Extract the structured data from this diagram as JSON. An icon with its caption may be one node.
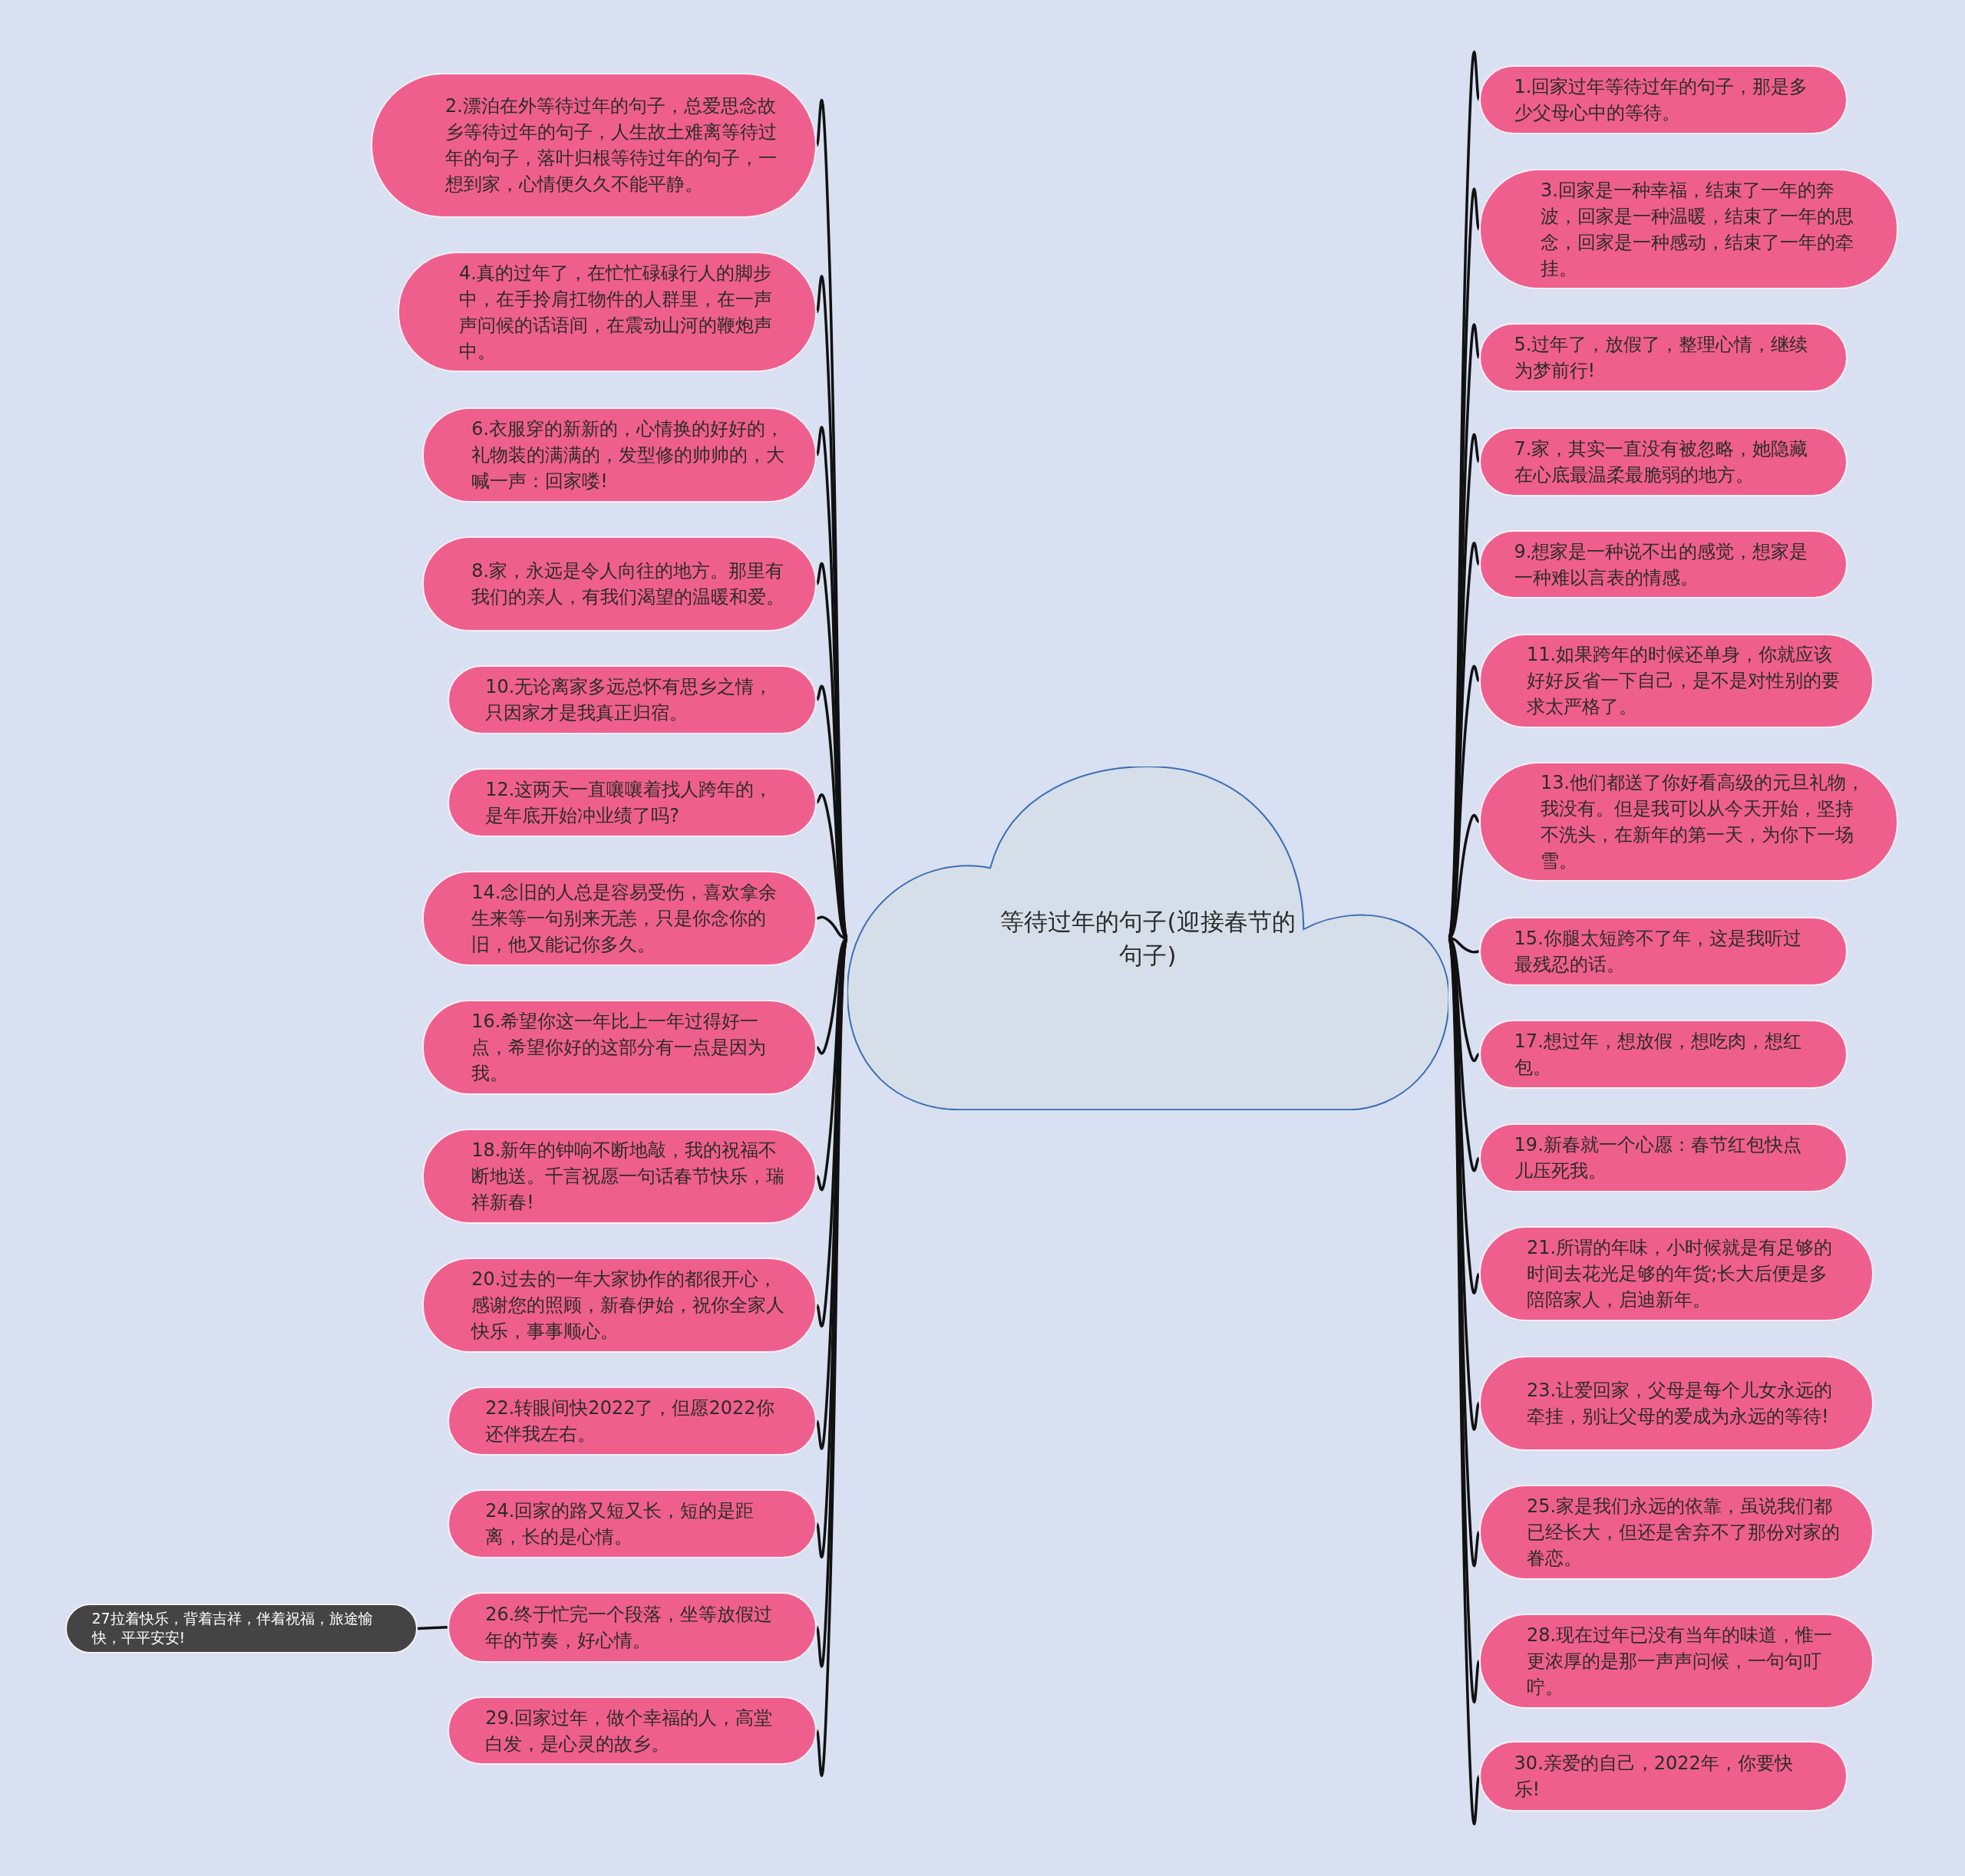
{
  "diagram": {
    "nodes": [
      {
        "text": [
          "等待过年的句子(迎接春节的句子)"
        ]
      },
      {
        "text": [
          "1.回家过年等待过年的句子，那是多少父母心中的等待。"
        ]
      },
      {
        "text": [
          "2.漂泊在外等待过年的句子，总爱思念故乡等待过年的句子，人生故土难离等待过年的句子，落叶归根等待过年的句子，一想到家，心情便久久不能平静。"
        ]
      },
      {
        "text": [
          "3.回家是一种幸福，结束了一年的奔波，回家是一种温暖，结束了一年的思念，回家是一种感动，结束了一年的牵挂。"
        ]
      },
      {
        "text": [
          "4.真的过年了，在忙忙碌碌行人的脚步中，在手拎肩扛物件的人群里，在一声声问候的话语间，在震动山河的鞭炮声中。"
        ]
      },
      {
        "text": [
          "5.过年了，放假了，整理心情，继续为梦前行!"
        ]
      },
      {
        "text": [
          "6.衣服穿的新新的，心情换的好好的，礼物装的满满的，发型修的帅帅的，大喊一声：回家喽!"
        ]
      },
      {
        "text": [
          "7.家，其实一直没有被忽略，她隐藏在心底最温柔最脆弱的地方。"
        ]
      },
      {
        "text": [
          "8.家，永远是令人向往的地方。那里有我们的亲人，有我们渴望的温暖和爱。"
        ]
      },
      {
        "text": [
          "9.想家是一种说不出的感觉，想家是一种难以言表的情感。"
        ]
      },
      {
        "text": [
          "10.无论离家多远总怀有思乡之情，只因家才是我真正归宿。"
        ]
      },
      {
        "text": [
          "11.如果跨年的时候还单身，你就应该好好反省一下自己，是不是对性别的要求太严格了。"
        ]
      },
      {
        "text": [
          "12.这两天一直嚷嚷着找人跨年的，是年底开始冲业绩了吗?"
        ]
      },
      {
        "text": [
          "13.他们都送了你好看高级的元旦礼物，我没有。但是我可以从今天开始，坚持不洗头，在新年的第一天，为你下一场雪。"
        ]
      },
      {
        "text": [
          "14.念旧的人总是容易受伤，喜欢拿余生来等一句别来无恙，只是你念你的旧，他又能记你多久。"
        ]
      },
      {
        "text": [
          "15.你腿太短跨不了年，这是我听过最残忍的话。"
        ]
      },
      {
        "text": [
          "16.希望你这一年比上一年过得好一点，希望你好的这部分有一点是因为我。"
        ]
      },
      {
        "text": [
          "17.想过年，想放假，想吃肉，想红包。"
        ]
      },
      {
        "text": [
          "18.新年的钟响不断地敲，我的祝福不断地送。千言祝愿一句话春节快乐，瑞祥新春!"
        ]
      },
      {
        "text": [
          "19.新春就一个心愿：春节红包快点儿压死我。"
        ]
      },
      {
        "text": [
          "20.过去的一年大家协作的都很开心，感谢您的照顾，新春伊始，祝你全家人快乐，事事顺心。"
        ]
      },
      {
        "text": [
          "21.所谓的年味，小时候就是有足够的时间去花光足够的年货;长大后便是多陪陪家人，启迪新年。"
        ]
      },
      {
        "text": [
          "22.转眼间快2022了，但愿2022你还伴我左右。"
        ]
      },
      {
        "text": [
          "23.让爱回家，父母是每个儿女永远的牵挂，别让父母的爱成为永远的等待!"
        ]
      },
      {
        "text": [
          "24.回家的路又短又长，短的是距离，长的是心情。"
        ]
      },
      {
        "text": [
          "25.家是我们永远的依靠，虽说我们都已经长大，但还是舍弃不了那份对家的眷恋。"
        ]
      },
      {
        "text": [
          "26.终于忙完一个段落，坐等放假过年的节奏，好心情。"
        ]
      },
      {
        "text": [
          "27拉着快乐，背着吉祥，伴着祝福，旅途愉快，平平安安!"
        ]
      },
      {
        "text": [
          "28.现在过年已没有当年的味道，惟一更浓厚的是那一声声问候，一句句叮咛。"
        ]
      },
      {
        "text": [
          "29.回家过年，做个幸福的人，高堂白发，是心灵的故乡。"
        ]
      },
      {
        "text": [
          "30.亲爱的自己，2022年，你要快乐!"
        ]
      }
    ],
    "edges": [
      {
        "from": 0,
        "to": 1,
        "arrow": "none"
      },
      {
        "from": 0,
        "to": 2,
        "arrow": "none"
      },
      {
        "from": 0,
        "to": 3,
        "arrow": "none"
      },
      {
        "from": 0,
        "to": 4,
        "arrow": "none"
      },
      {
        "from": 0,
        "to": 5,
        "arrow": "none"
      },
      {
        "from": 0,
        "to": 6,
        "arrow": "none"
      },
      {
        "from": 0,
        "to": 7,
        "arrow": "none"
      },
      {
        "from": 0,
        "to": 8,
        "arrow": "none"
      },
      {
        "from": 0,
        "to": 9,
        "arrow": "none"
      },
      {
        "from": 0,
        "to": 10,
        "arrow": "none"
      },
      {
        "from": 0,
        "to": 11,
        "arrow": "none"
      },
      {
        "from": 0,
        "to": 12,
        "arrow": "none"
      },
      {
        "from": 0,
        "to": 13,
        "arrow": "none"
      },
      {
        "from": 0,
        "to": 14,
        "arrow": "none"
      },
      {
        "from": 0,
        "to": 15,
        "arrow": "none"
      },
      {
        "from": 0,
        "to": 16,
        "arrow": "none"
      },
      {
        "from": 0,
        "to": 17,
        "arrow": "none"
      },
      {
        "from": 0,
        "to": 18,
        "arrow": "none"
      },
      {
        "from": 0,
        "to": 19,
        "arrow": "none"
      },
      {
        "from": 0,
        "to": 20,
        "arrow": "none"
      },
      {
        "from": 0,
        "to": 21,
        "arrow": "none"
      },
      {
        "from": 0,
        "to": 22,
        "arrow": "none"
      },
      {
        "from": 0,
        "to": 23,
        "arrow": "none"
      },
      {
        "from": 0,
        "to": 24,
        "arrow": "none"
      },
      {
        "from": 0,
        "to": 25,
        "arrow": "none"
      },
      {
        "from": 0,
        "to": 26,
        "arrow": "none"
      },
      {
        "from": 26,
        "to": 27,
        "arrow": "none"
      },
      {
        "from": 0,
        "to": 28,
        "arrow": "none"
      },
      {
        "from": 0,
        "to": 29,
        "arrow": "none"
      },
      {
        "from": 0,
        "to": 30,
        "arrow": "none"
      }
    ]
  }
}
